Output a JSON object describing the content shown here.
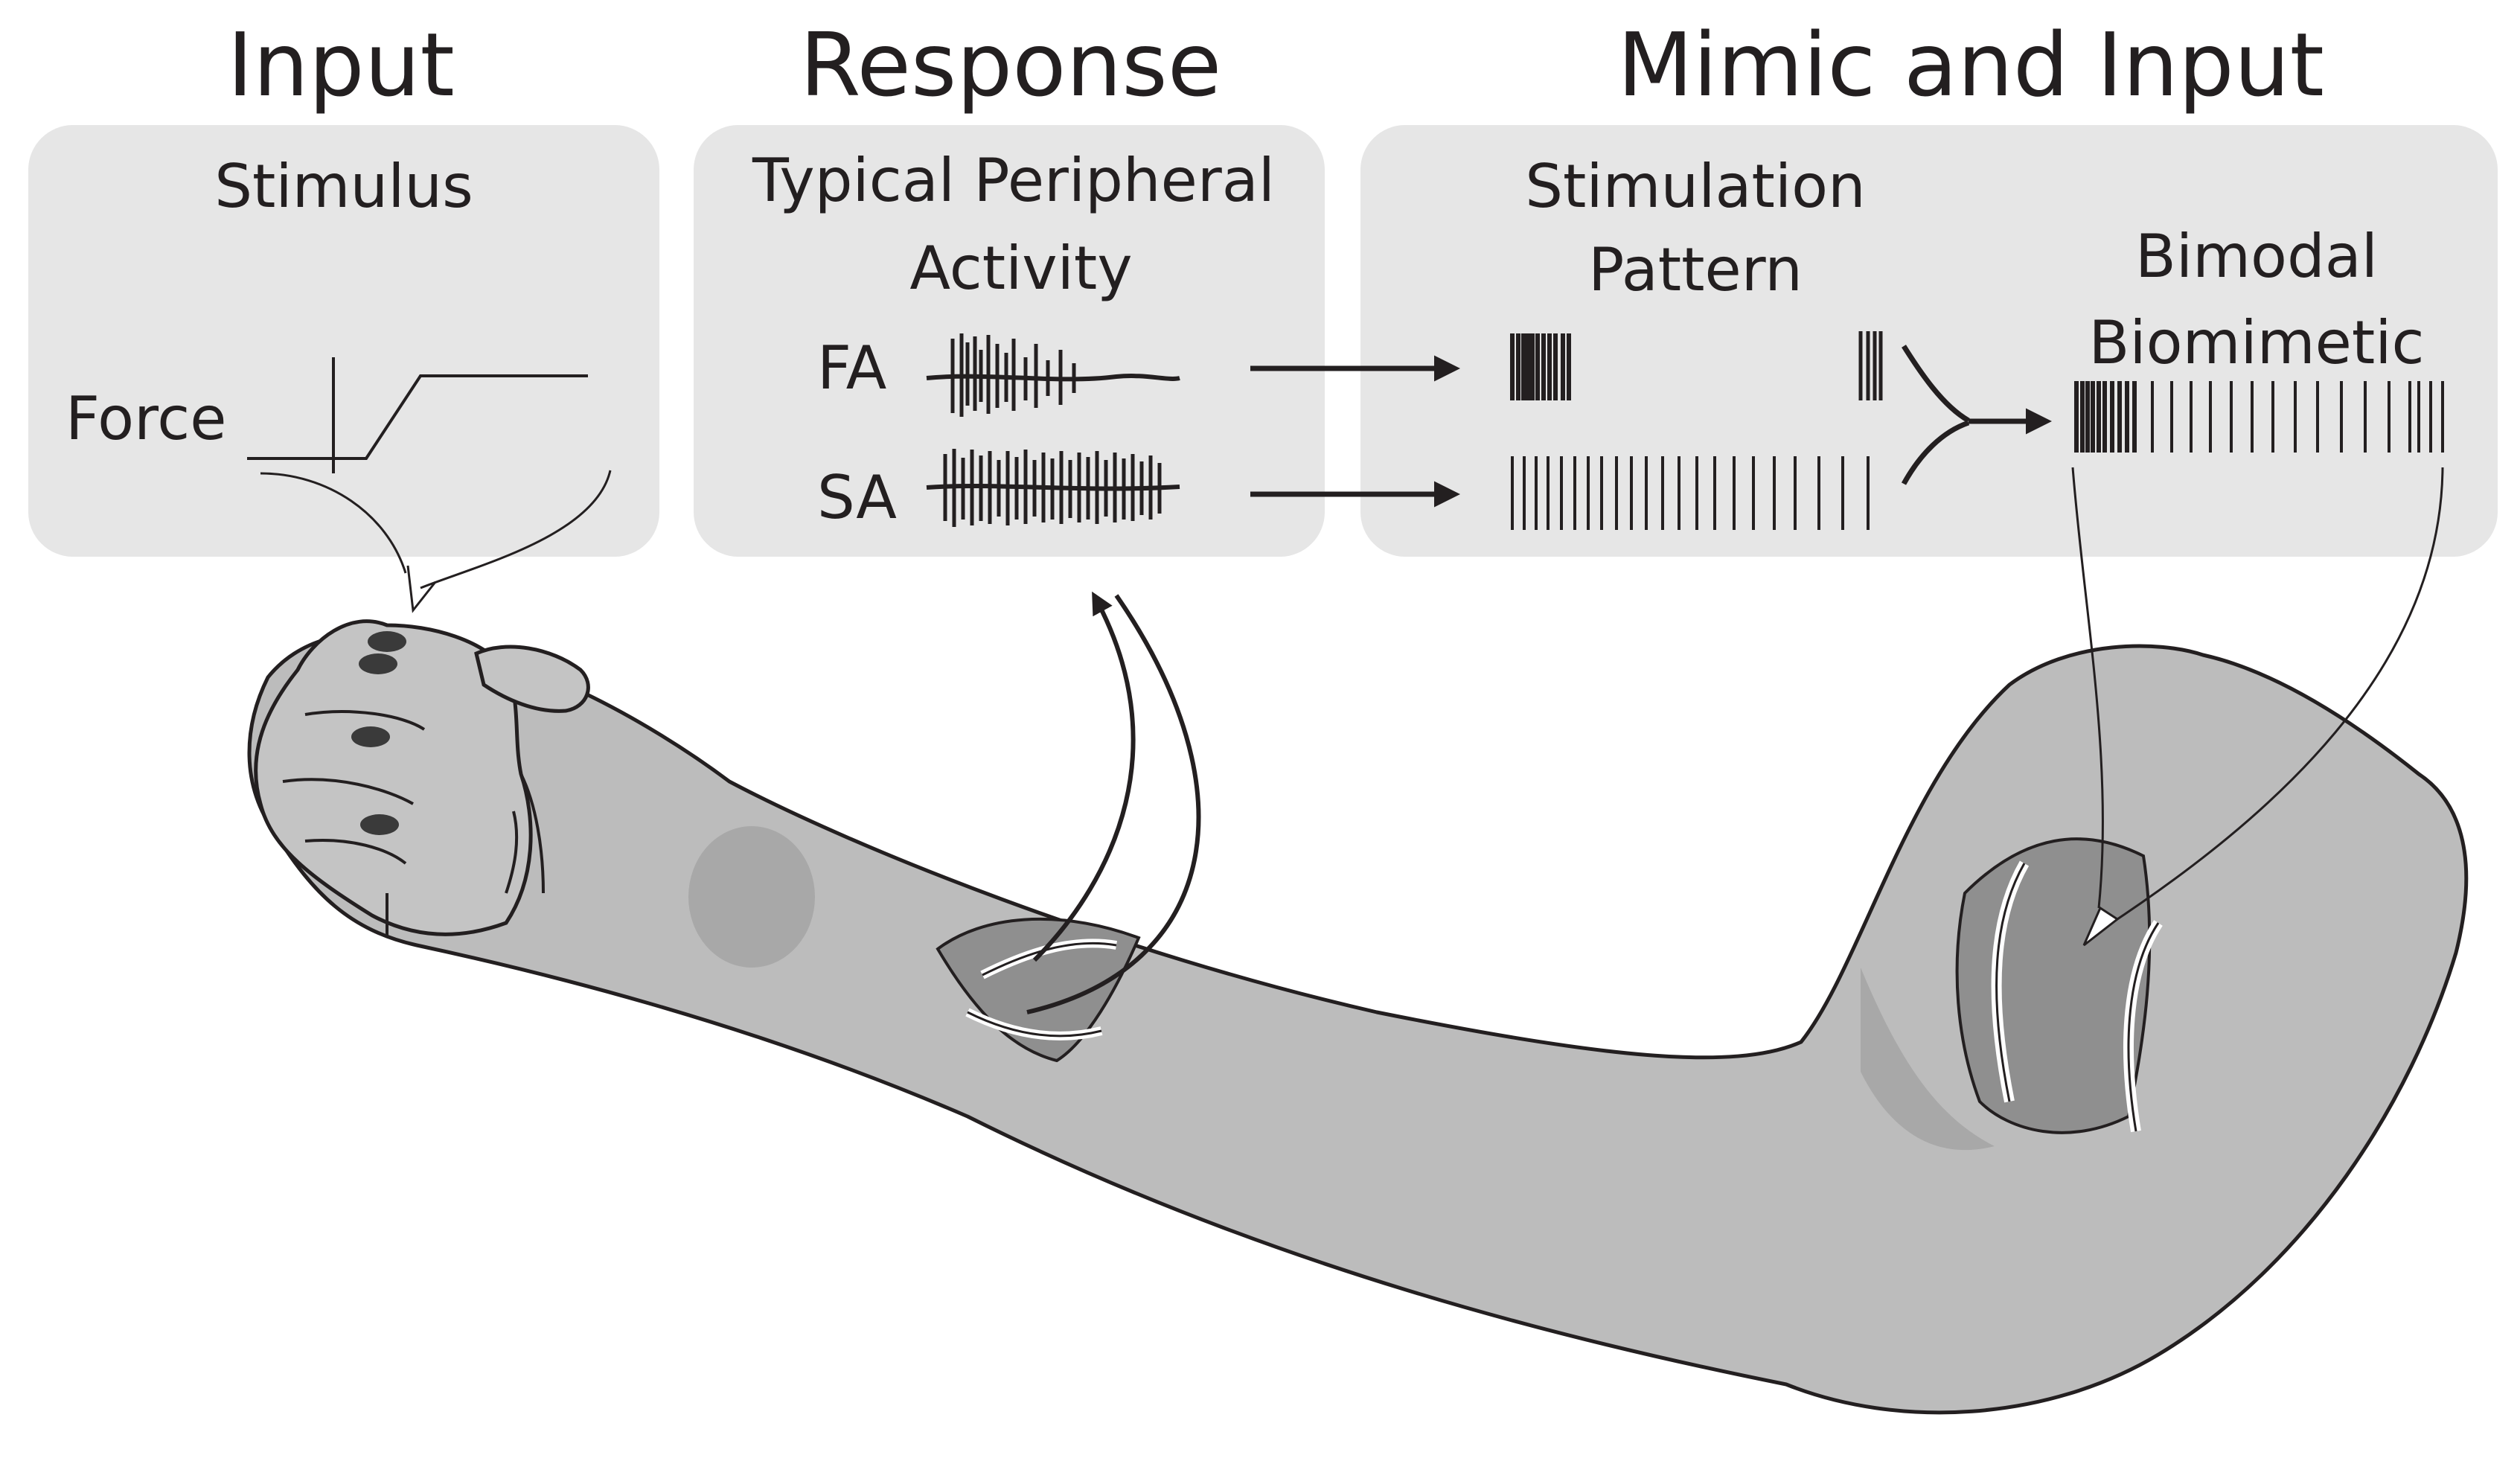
{
  "titles": {
    "input": "Input",
    "response": "Response",
    "mimic": "Mimic and Input"
  },
  "input_panel": {
    "heading": "Stimulus",
    "force_label": "Force"
  },
  "response_panel": {
    "heading_line1": "Typical Peripheral",
    "heading_line2": "Activity",
    "fa_label": "FA",
    "sa_label": "SA"
  },
  "mimic_panel": {
    "stim_line1": "Stimulation",
    "stim_line2": "Pattern",
    "bimodal_line1": "Bimodal",
    "bimodal_line2": "Biomimetic"
  },
  "colors": {
    "panel": "#e6e6e6",
    "ink": "#231f20",
    "arm": "#bcbcbc",
    "incision": "#8f8f8f"
  }
}
